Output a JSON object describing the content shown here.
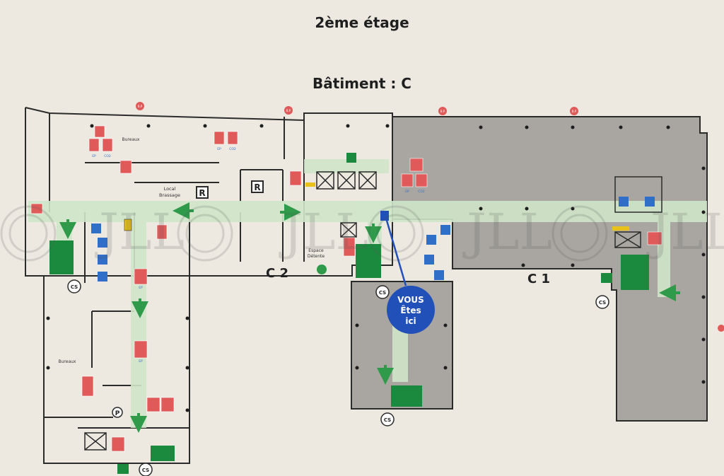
{
  "header": {
    "floor": "2ème étage",
    "building": "Bâtiment : C"
  },
  "labels": {
    "wing_c2": "C 2",
    "wing_c1": "C 1",
    "offices_top": "Bureaux",
    "offices_bottom": "Bureaux",
    "local_brassage_1": "Local",
    "local_brassage_2": "Brassage",
    "espace_detente_1": "Espace",
    "espace_detente_2": "Détente",
    "room_r": "R",
    "parking_p": "P",
    "ep": "EP",
    "co2": "CO2",
    "bp": "B.P",
    "assembly": "CS"
  },
  "you_are_here": {
    "line1": "VOUS",
    "line2": "Êtes",
    "line3": "ici"
  },
  "watermark": "JLL",
  "colors": {
    "wall": "#2b2b2b",
    "floor_grey": "#a9a6a2",
    "evac_route": "#cfe6c9",
    "arrow": "#2e9a4a",
    "stair": "#1c8a3e",
    "fire_red": "#e05a5a",
    "info_blue": "#2f6fc8",
    "marker": "#2050b8"
  }
}
